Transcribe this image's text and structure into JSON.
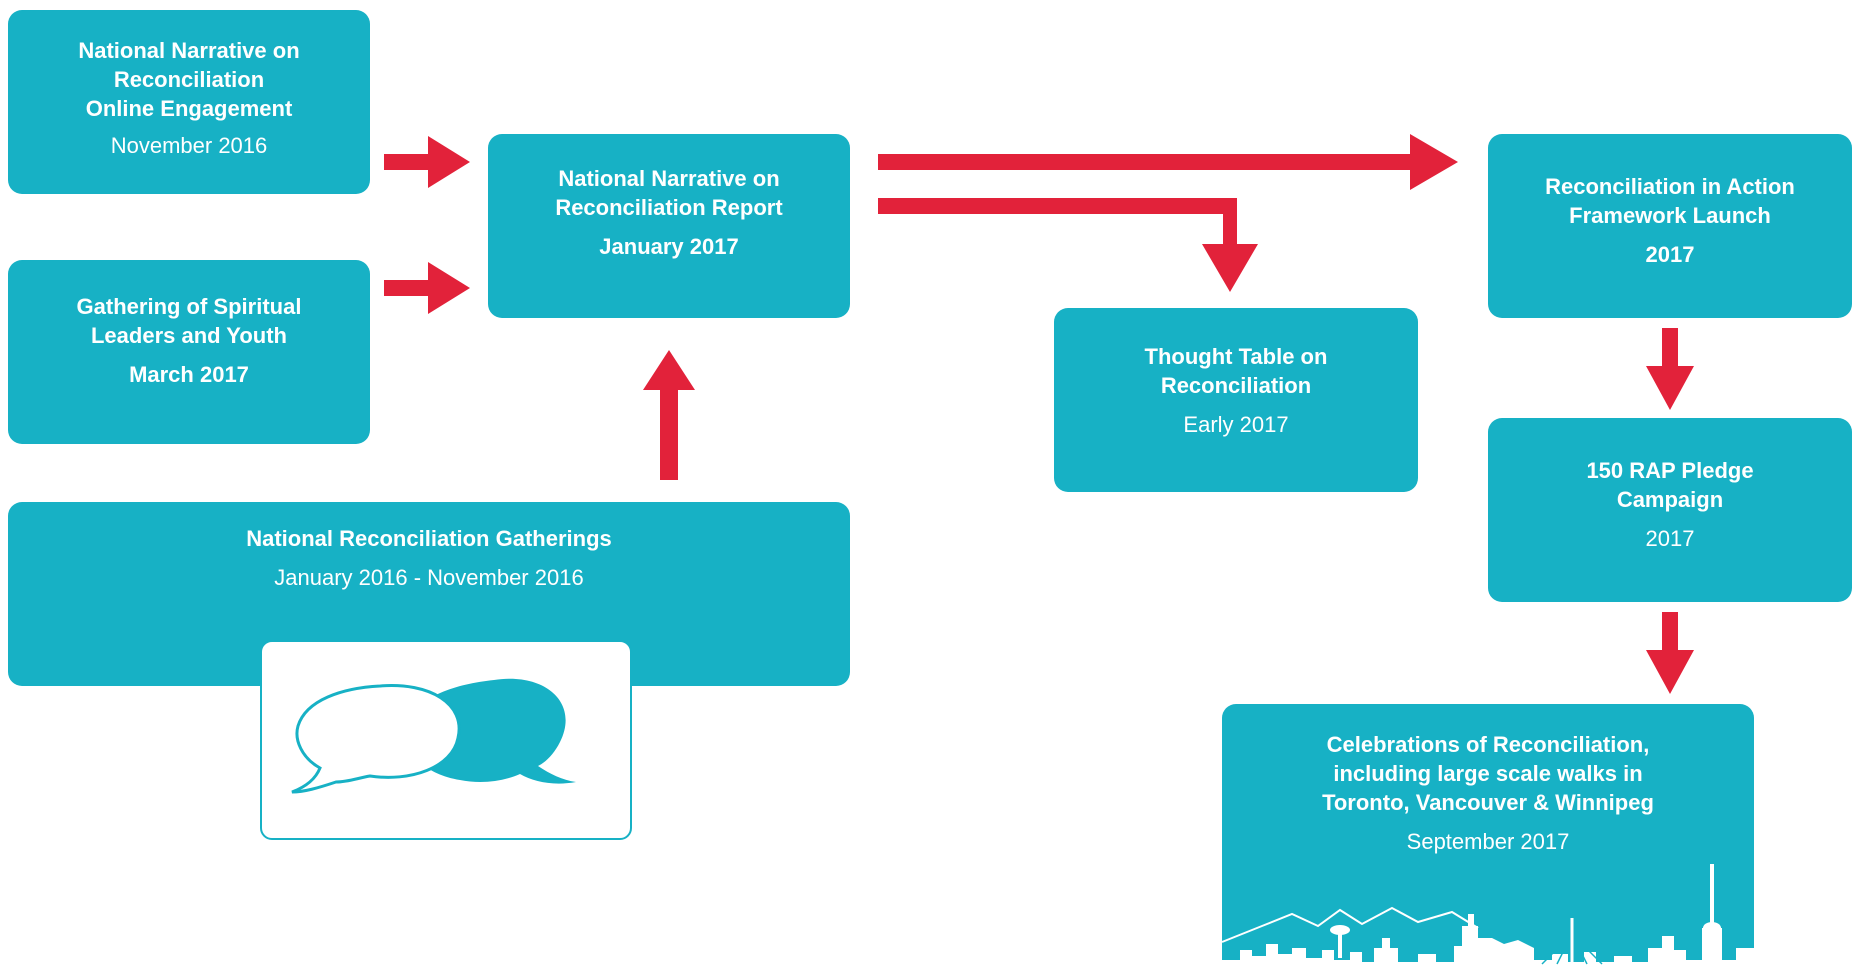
{
  "colors": {
    "box_fill": "#17b1c5",
    "arrow": "#e2223a",
    "text": "#ffffff"
  },
  "nodes": {
    "online_engagement": {
      "title": "National Narrative on\nReconciliation\nOnline Engagement",
      "date": "November 2016"
    },
    "spiritual_leaders": {
      "title": "Gathering of Spiritual\nLeaders and Youth",
      "date": "March 2017"
    },
    "narrative_report": {
      "title": "National Narrative on\nReconciliation Report",
      "date": "January 2017"
    },
    "gatherings": {
      "title": "National Reconciliation Gatherings",
      "date": "January 2016 - November 2016"
    },
    "thought_table": {
      "title": "Thought Table on\nReconciliation",
      "date": "Early 2017"
    },
    "framework_launch": {
      "title": "Reconciliation in Action\nFramework Launch",
      "date": "2017"
    },
    "rap_pledge": {
      "title": "150 RAP Pledge\nCampaign",
      "date": "2017"
    },
    "celebrations": {
      "title": "Celebrations of Reconciliation,\nincluding large scale walks in\nToronto, Vancouver & Winnipeg",
      "date": "September 2017"
    }
  },
  "icons": {
    "gatherings_icon": "speech-bubbles-icon",
    "celebrations_icon": "city-skyline-icon"
  }
}
